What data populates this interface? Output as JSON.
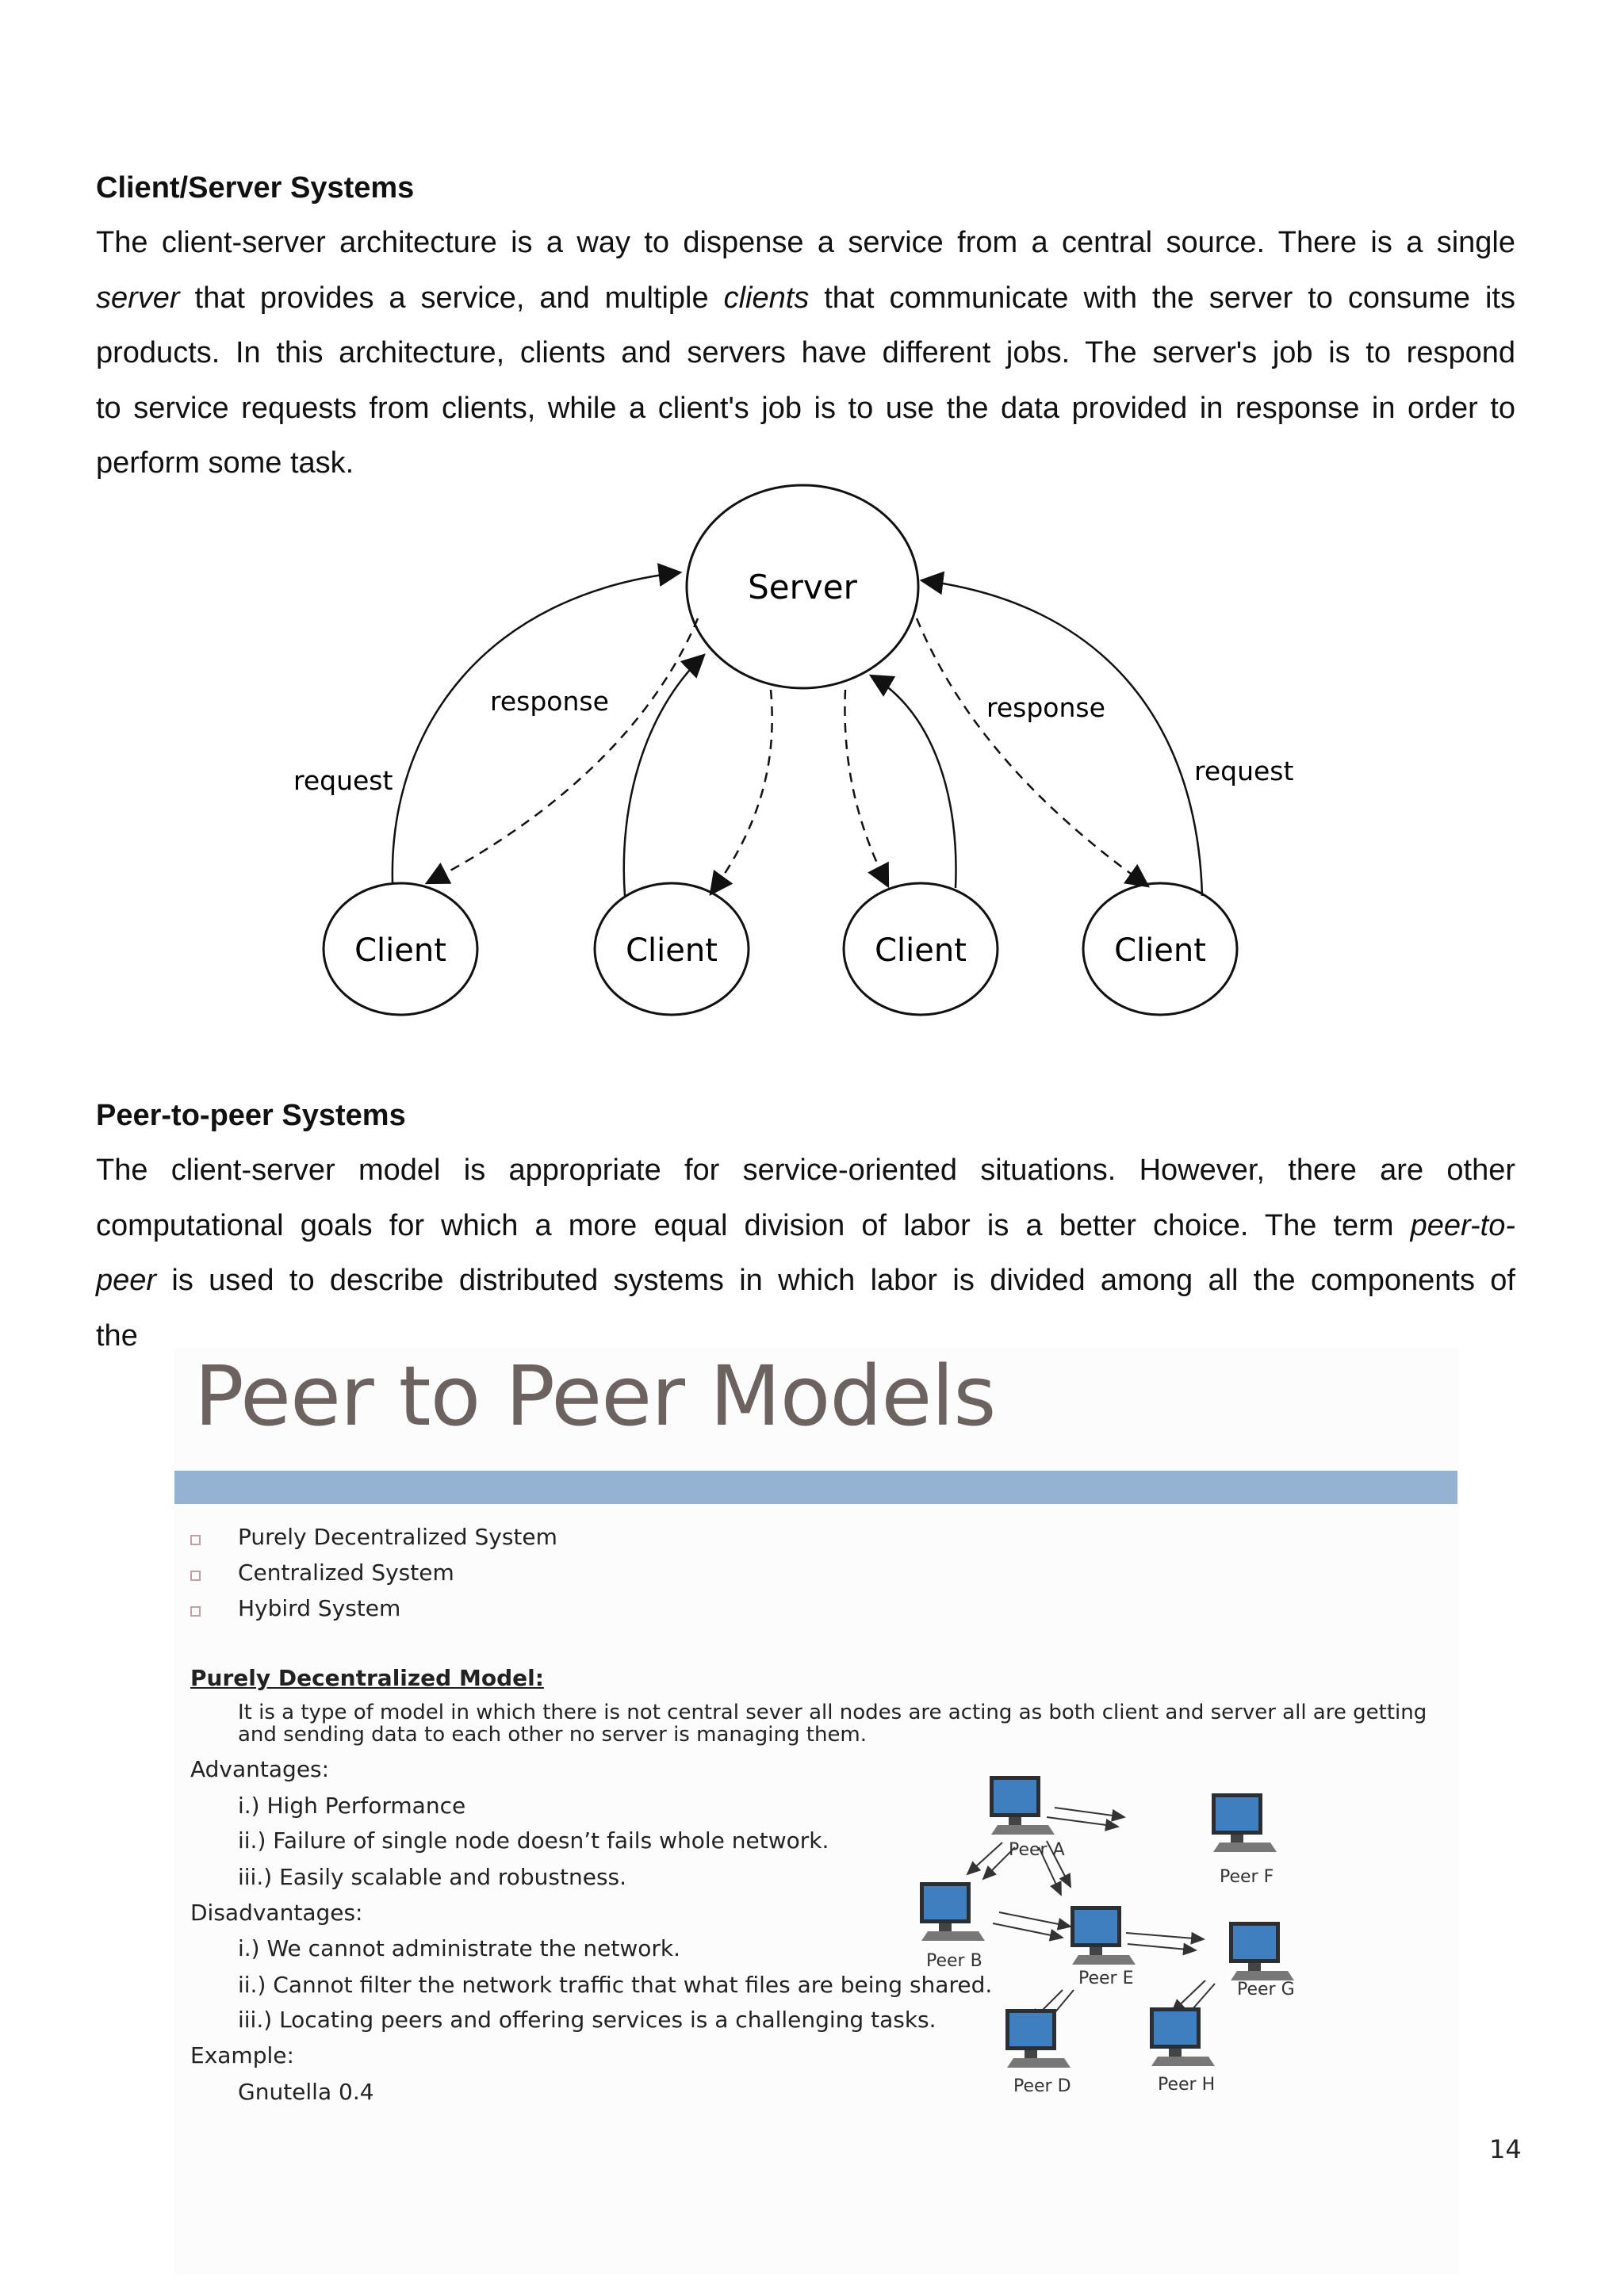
{
  "section1": {
    "heading": "Client/Server Systems",
    "lines": [
      "The client-server architecture is a way to dispense a service from a central source. There is a single",
      [
        "server",
        " that provides a service, and multiple ",
        "clients",
        " that communicate with the server to consume its"
      ],
      "products. In this architecture, clients and servers have different jobs. The server's job is to respond",
      "to service requests from clients, while a client's job is to use the data provided in response in order to",
      "perform some task."
    ],
    "line1": "The client-server architecture is a way to dispense a service from a central source. There is a single",
    "line2_a": "server",
    "line2_b": " that provides a service, and multiple ",
    "line2_c": "clients",
    "line2_d": " that communicate with the server to consume its",
    "line3": "products. In this architecture, clients and servers have different jobs. The server's job is to respond",
    "line4": "to service requests from clients, while a client's job is to use the data provided in response in order to",
    "line5": "perform some task."
  },
  "diagram": {
    "server_label": "Server",
    "client_label": "Client",
    "response_label": "response",
    "request_label": "request"
  },
  "section2": {
    "heading": "Peer-to-peer Systems",
    "line1": "The client-server model is appropriate for service-oriented situations. However, there are other",
    "line2_a": "computational goals for which a more equal division of labor is a better choice. The term ",
    "line2_b": "peer-to-",
    "line3_a": "peer",
    "line3_b": " is used to describe distributed systems in which labor is divided among all the components of",
    "line4": "the"
  },
  "slide": {
    "title": "Peer to Peer Models",
    "bullets": [
      "Purely Decentralized System",
      "Centralized System",
      "Hybird System"
    ],
    "model_heading": "Purely Decentralized Model:",
    "description_1": "It is a type of model in which there is not central sever all nodes are acting as both client and server all are getting",
    "description_2": "and sending data to each other no server is managing them.",
    "advantages_label": "Advantages:",
    "advantages": [
      "i.) High Performance",
      "ii.) Failure of single node doesn’t fails whole network.",
      "iii.) Easily scalable and robustness."
    ],
    "disadvantages_label": "Disadvantages:",
    "disadvantages": [
      "i.) We cannot administrate the network.",
      "ii.) Cannot filter the network traffic that what files are being shared.",
      "iii.) Locating peers and offering services is a challenging tasks."
    ],
    "example_label": "Example:",
    "example": "Gnutella  0.4",
    "peers": [
      "Peer A",
      "Peer F",
      "Peer B",
      "Peer E",
      "Peer G",
      "Peer D",
      "Peer H"
    ]
  },
  "page_number": "14"
}
